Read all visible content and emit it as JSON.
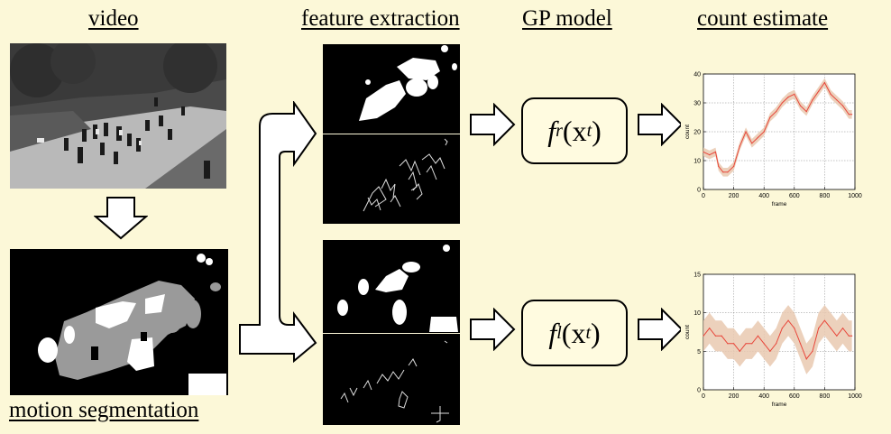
{
  "headers": {
    "video": "video",
    "feature_extraction": "feature extraction",
    "gp_model": "GP model",
    "count_estimate": "count estimate",
    "motion_segmentation": "motion segmentation"
  },
  "gp_models": {
    "top": {
      "f": "f",
      "sub": "r",
      "arg": "(x",
      "argsub": "t",
      "close": ")"
    },
    "bottom": {
      "f": "f",
      "sub": "l",
      "arg": "(x",
      "argsub": "t",
      "close": ")"
    }
  },
  "colors": {
    "background": "#fcf8d8",
    "line": "#e8463a",
    "band": "#e9c9b0"
  },
  "chart_data": [
    {
      "type": "line",
      "title": "",
      "xlabel": "frame",
      "ylabel": "count",
      "xlim": [
        0,
        1000
      ],
      "ylim": [
        0,
        40
      ],
      "xticks": [
        0,
        200,
        400,
        600,
        800,
        1000
      ],
      "yticks": [
        0,
        10,
        20,
        30,
        40
      ],
      "grid": true,
      "series": [
        {
          "x": [
            0,
            40,
            80,
            100,
            130,
            160,
            200,
            240,
            280,
            320,
            360,
            400,
            440,
            480,
            520,
            560,
            600,
            640,
            680,
            720,
            760,
            800,
            840,
            880,
            920,
            960,
            980
          ],
          "values": [
            13,
            12,
            13,
            8,
            6,
            6,
            8,
            15,
            20,
            16,
            18,
            20,
            25,
            27,
            30,
            32,
            33,
            29,
            27,
            31,
            34,
            37,
            33,
            31,
            29,
            26,
            26
          ],
          "band": 1.5
        }
      ]
    },
    {
      "type": "line",
      "title": "",
      "xlabel": "frame",
      "ylabel": "count",
      "xlim": [
        0,
        1000
      ],
      "ylim": [
        0,
        15
      ],
      "xticks": [
        0,
        200,
        400,
        600,
        800,
        1000
      ],
      "yticks": [
        0,
        5,
        10,
        15
      ],
      "grid": true,
      "series": [
        {
          "x": [
            0,
            40,
            80,
            120,
            160,
            200,
            240,
            280,
            320,
            360,
            400,
            440,
            480,
            520,
            560,
            600,
            640,
            680,
            720,
            760,
            800,
            840,
            880,
            920,
            960,
            980
          ],
          "values": [
            7,
            8,
            7,
            7,
            6,
            6,
            5,
            6,
            6,
            7,
            6,
            5,
            6,
            8,
            9,
            8,
            6,
            4,
            5,
            8,
            9,
            8,
            7,
            8,
            7,
            7
          ],
          "band": 2
        }
      ]
    }
  ]
}
